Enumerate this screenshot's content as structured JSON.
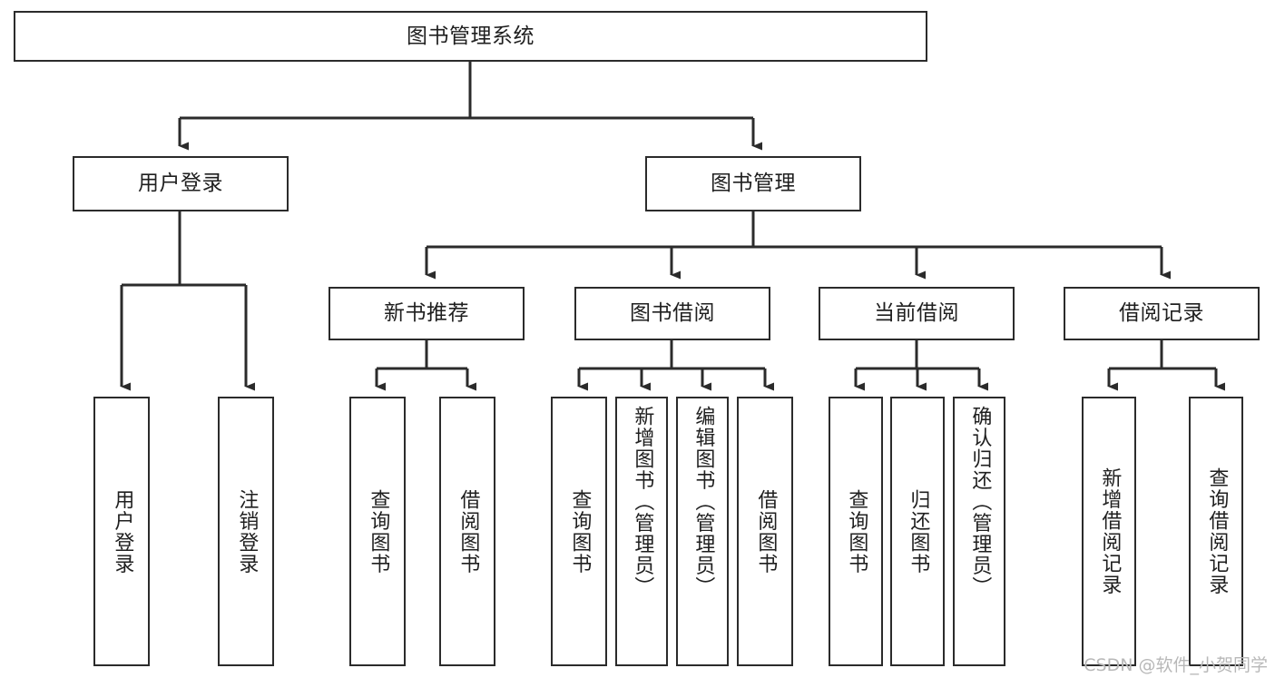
{
  "diagram": {
    "title_node": {
      "label": "图书管理系统"
    },
    "level2": [
      {
        "id": "user-login",
        "label": "用户登录"
      },
      {
        "id": "book-management",
        "label": "图书管理"
      }
    ],
    "level3": [
      {
        "id": "new-book-recommend",
        "label": "新书推荐"
      },
      {
        "id": "book-borrow",
        "label": "图书借阅"
      },
      {
        "id": "current-borrow",
        "label": "当前借阅"
      },
      {
        "id": "borrow-record",
        "label": "借阅记录"
      }
    ],
    "leaves": {
      "user_login": [
        {
          "id": "leaf-user-login",
          "label": "用户登录"
        },
        {
          "id": "leaf-logout-login",
          "label": "注销登录"
        }
      ],
      "new_book_recommend": [
        {
          "id": "leaf-query-book-1",
          "label": "查询图书"
        },
        {
          "id": "leaf-borrow-book-1",
          "label": "借阅图书"
        }
      ],
      "book_borrow": [
        {
          "id": "leaf-query-book-2",
          "label": "查询图书"
        },
        {
          "id": "leaf-add-book",
          "label": "新增图书（管理员）"
        },
        {
          "id": "leaf-edit-book",
          "label": "编辑图书（管理员）"
        },
        {
          "id": "leaf-borrow-book-2",
          "label": "借阅图书"
        }
      ],
      "current_borrow": [
        {
          "id": "leaf-query-book-3",
          "label": "查询图书"
        },
        {
          "id": "leaf-return-book",
          "label": "归还图书"
        },
        {
          "id": "leaf-confirm-return",
          "label": "确认归还（管理员）"
        }
      ],
      "borrow_record": [
        {
          "id": "leaf-add-record",
          "label": "新增借阅记录"
        },
        {
          "id": "leaf-query-record",
          "label": "查询借阅记录"
        }
      ]
    },
    "watermark": "CSDN @软件_小贺同学",
    "colors": {
      "stroke": "#2b2b2b",
      "fill": "#ffffff",
      "text": "#1f1f1f",
      "watermark": "#b8b8b8"
    }
  }
}
